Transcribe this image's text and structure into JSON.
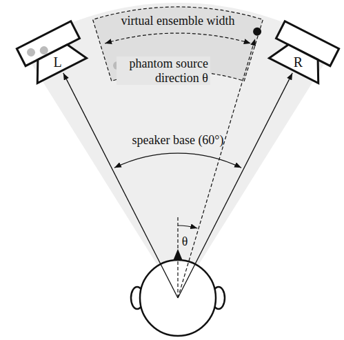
{
  "diagram": {
    "nodes": [
      {
        "text": [
          "L"
        ]
      },
      {
        "text": [
          "R"
        ]
      }
    ],
    "labels": [
      "virtual ensemble width",
      "phantom source direction θ",
      "speaker base (60°)",
      "θ"
    ]
  }
}
